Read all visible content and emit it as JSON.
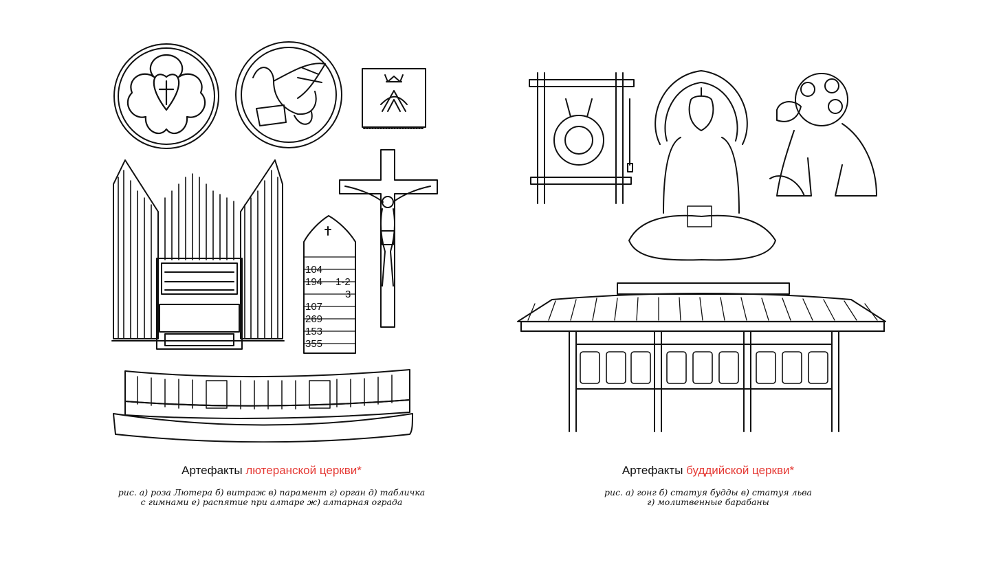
{
  "lutheran": {
    "title_prefix": "Артефакты",
    "title_highlight": "лютеранской церкви*",
    "caption_line1": "рис. а) роза Лютера  б) витраж  в) парамент  г) орган  д) табличка",
    "caption_line2": "с гимнами  е) распятие при алтаре  ж) алтарная ограда",
    "hymn_board": [
      "104",
      "194",
      "1-2",
      "3",
      "107",
      "269",
      "153",
      "355"
    ]
  },
  "buddhist": {
    "title_prefix": "Артефакты",
    "title_highlight": "буддийской церкви*",
    "caption_line1": "рис. а) гонг  б) статуя будды  в) статуя льва",
    "caption_line2": "г) молитвенные барабаны"
  },
  "colors": {
    "accent": "#e53a35",
    "ink": "#111111"
  }
}
